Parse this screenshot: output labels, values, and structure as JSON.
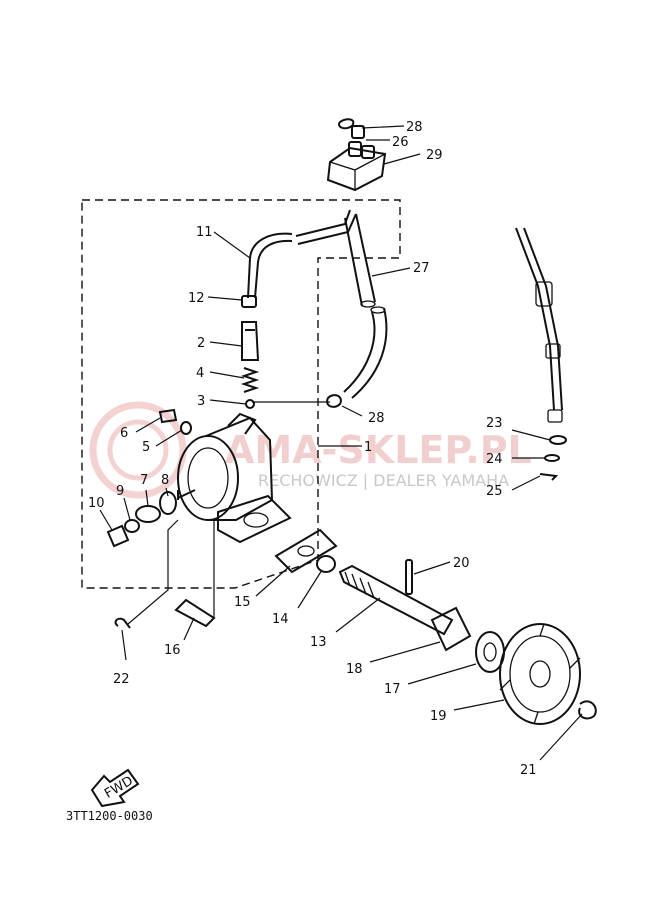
{
  "diagram": {
    "code": "3TT1200-0030",
    "fwd_label": "FWD",
    "watermark": {
      "brand": "AMA-SKLEP.PL",
      "dealer": "RECHOWICZ | DEALER YAMAHA"
    },
    "callouts": {
      "p1": "1",
      "p2": "2",
      "p3": "3",
      "p4": "4",
      "p5": "5",
      "p6": "6",
      "p7": "7",
      "p8": "8",
      "p9": "9",
      "p10": "10",
      "p11": "11",
      "p12": "12",
      "p13": "13",
      "p14": "14",
      "p15": "15",
      "p16": "16",
      "p17": "17",
      "p18": "18",
      "p19": "19",
      "p20": "20",
      "p21": "21",
      "p22": "22",
      "p23": "23",
      "p24": "24",
      "p25": "25",
      "p26": "26",
      "p27": "27",
      "p28a": "28",
      "p28b": "28",
      "p29": "29"
    }
  }
}
